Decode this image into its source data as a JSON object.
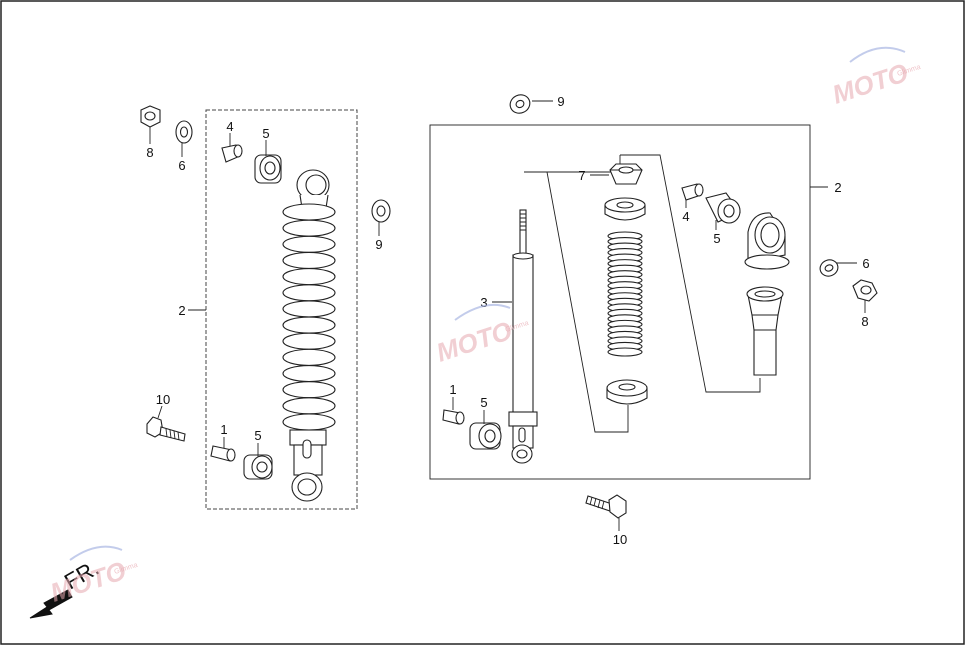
{
  "callouts": {
    "left": {
      "c8": "8",
      "c6": "6",
      "c4": "4",
      "c5a": "5",
      "c2": "2",
      "c9": "9",
      "c10": "10",
      "c1": "1",
      "c5b": "5"
    },
    "right": {
      "c9": "9",
      "c7": "7",
      "c2": "2",
      "c4": "4",
      "c5a": "5",
      "c3": "3",
      "c6": "6",
      "c8": "8",
      "c1": "1",
      "c5b": "5",
      "c10": "10"
    }
  },
  "direction": {
    "label": "FR."
  },
  "watermark": {
    "text": "MOTO",
    "sub": "Glimma"
  },
  "colors": {
    "line": "#222222",
    "frame": "#444444",
    "watermark": "#e7a8b0"
  }
}
